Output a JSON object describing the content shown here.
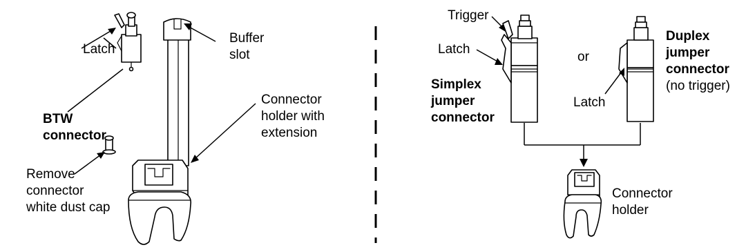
{
  "left": {
    "latch_label": "Latch",
    "btw_label": [
      "BTW",
      "connector"
    ],
    "buffer_slot_label": [
      "Buffer",
      "slot"
    ],
    "holder_ext_label": [
      "Connector",
      "holder with",
      "extension"
    ],
    "dust_cap_label": [
      "Remove",
      "connector",
      "white dust cap"
    ]
  },
  "right": {
    "trigger_label": "Trigger",
    "simplex_latch_label": "Latch",
    "or_label": "or",
    "simplex_label": [
      "Simplex",
      "jumper",
      "connector"
    ],
    "duplex_latch_label": "Latch",
    "duplex_label": [
      "Duplex",
      "jumper",
      "connector"
    ],
    "duplex_note": "(no trigger)",
    "holder_label": [
      "Connector",
      "holder"
    ]
  }
}
